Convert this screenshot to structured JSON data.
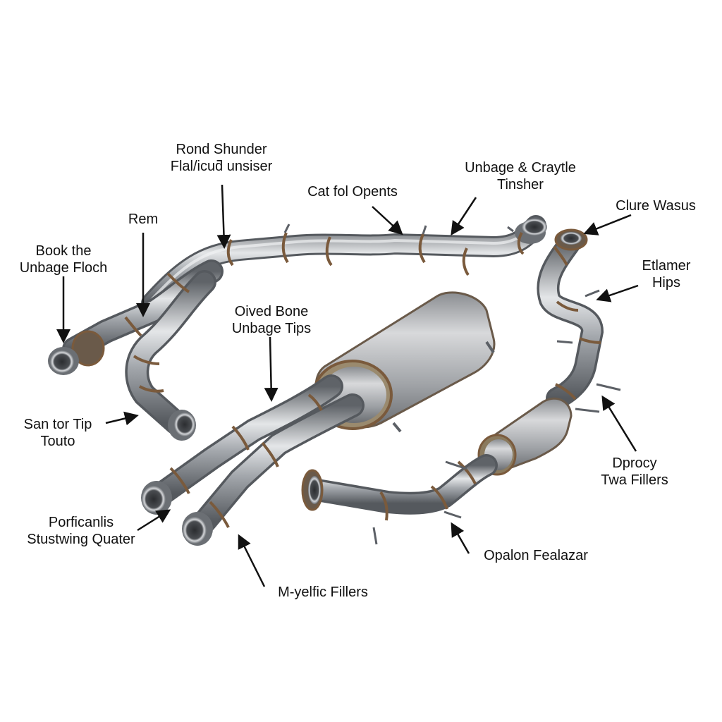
{
  "colors": {
    "background": "#ffffff",
    "pipe_steel": "#9a9ea3",
    "pipe_highlight": "#e6e8ea",
    "pipe_shadow": "#5c6066",
    "clamp_bronze": "#7a5a3c",
    "arrow": "#111111",
    "text": "#111111"
  },
  "labels": {
    "rond_shunder": [
      "Rond Shunder",
      "Flal/icuƌ unsiser"
    ],
    "cat_fol_opents": [
      "Cat fol Opents"
    ],
    "unbage_craytle": [
      "Unbage & Craytle",
      "Tinsher"
    ],
    "clure_wasus": [
      "Clure Wasus"
    ],
    "etlamer_hips": [
      "Etlamer",
      "Hips"
    ],
    "rem": [
      "Rem"
    ],
    "book_the": [
      "Book the",
      "Unbage Floch"
    ],
    "oived_bone": [
      "Oived Bone",
      "Unbage Tips"
    ],
    "san_tor_tip": [
      "San tor Tip",
      "Touto"
    ],
    "dprocy": [
      "Dprocy",
      "Twa Fillers"
    ],
    "porficanlis": [
      "Porficanlis",
      "Stustwing Quater"
    ],
    "opalon": [
      "Opalon Fealazar"
    ],
    "myelfic": [
      "M-yelfic Fillers"
    ]
  }
}
